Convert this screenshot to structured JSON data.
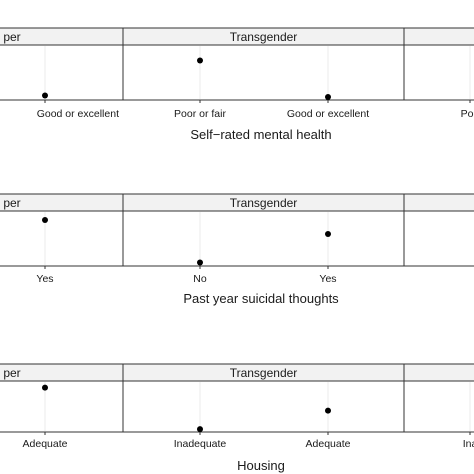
{
  "chart_data": [
    {
      "type": "scatter",
      "xlabel": "Self−rated mental health",
      "panels": [
        {
          "strip": "per",
          "categories": [
            "Good or excellent"
          ],
          "values": [
            0.05
          ]
        },
        {
          "strip": "Transgender",
          "categories": [
            "Poor or fair",
            "Good or excellent"
          ],
          "values": [
            0.75,
            0.02
          ]
        },
        {
          "strip": "",
          "categories": [
            "Poo"
          ],
          "values": []
        }
      ]
    },
    {
      "type": "scatter",
      "xlabel": "Past year suicidal thoughts",
      "panels": [
        {
          "strip": "per",
          "categories": [
            "Yes"
          ],
          "values": [
            0.88
          ]
        },
        {
          "strip": "Transgender",
          "categories": [
            "No",
            "Yes"
          ],
          "values": [
            0.03,
            0.6
          ]
        },
        {
          "strip": "",
          "categories": [],
          "values": []
        }
      ]
    },
    {
      "type": "scatter",
      "xlabel": "Housing",
      "panels": [
        {
          "strip": "per",
          "categories": [
            "Adequate"
          ],
          "values": [
            0.92
          ]
        },
        {
          "strip": "Transgender",
          "categories": [
            "Inadequate",
            "Adequate"
          ],
          "values": [
            0.02,
            0.42
          ]
        },
        {
          "strip": "",
          "categories": [
            "Ina"
          ],
          "values": []
        }
      ]
    }
  ]
}
